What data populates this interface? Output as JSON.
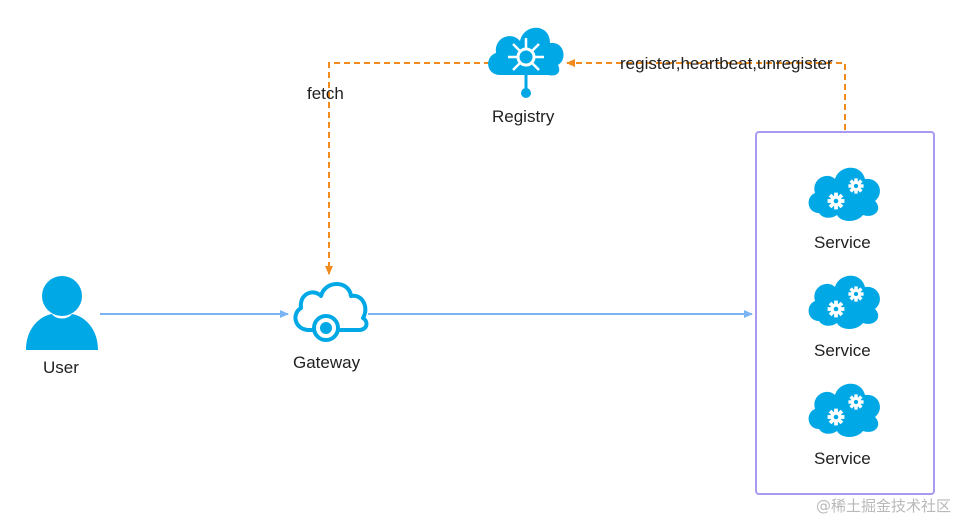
{
  "nodes": {
    "user": {
      "label": "User"
    },
    "gateway": {
      "label": "Gateway"
    },
    "registry": {
      "label": "Registry"
    },
    "services": [
      {
        "label": "Service"
      },
      {
        "label": "Service"
      },
      {
        "label": "Service"
      }
    ]
  },
  "edges": {
    "fetch_label": "fetch",
    "register_label": "register,heartbeat,unregister"
  },
  "colors": {
    "icon_fill": "#00a8e6",
    "solid_arrow": "#7bb4f2",
    "dashed_arrow": "#f28b1e",
    "group_border": "#a99af0"
  },
  "icons": {
    "user": "user-icon",
    "gateway": "cloud-gateway-icon",
    "registry": "cloud-registry-icon",
    "service": "cloud-gears-icon"
  },
  "watermark": "@稀土掘金技术社区"
}
